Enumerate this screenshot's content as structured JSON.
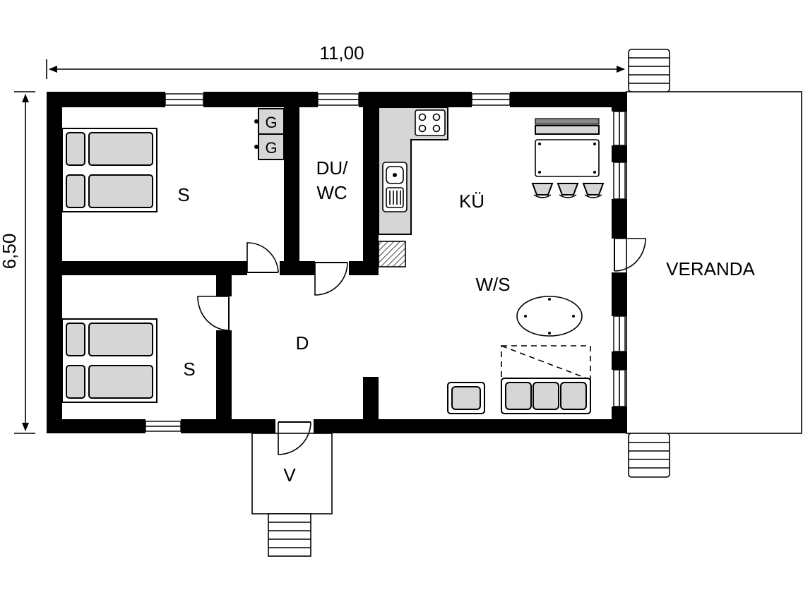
{
  "dimensions": {
    "width_label": "11,00",
    "height_label": "6,50"
  },
  "rooms": {
    "bedroom_top": "S",
    "bedroom_bottom": "S",
    "bathroom_line1": "DU/",
    "bathroom_line2": "WC",
    "kitchen": "KÜ",
    "living": "W/S",
    "hallway": "D",
    "vestibule": "V",
    "veranda": "VERANDA"
  },
  "appliances": {
    "g1": "G",
    "g2": "G"
  },
  "colors": {
    "wall": "#000000",
    "furniture": "#d6d6d6",
    "background": "#ffffff"
  }
}
